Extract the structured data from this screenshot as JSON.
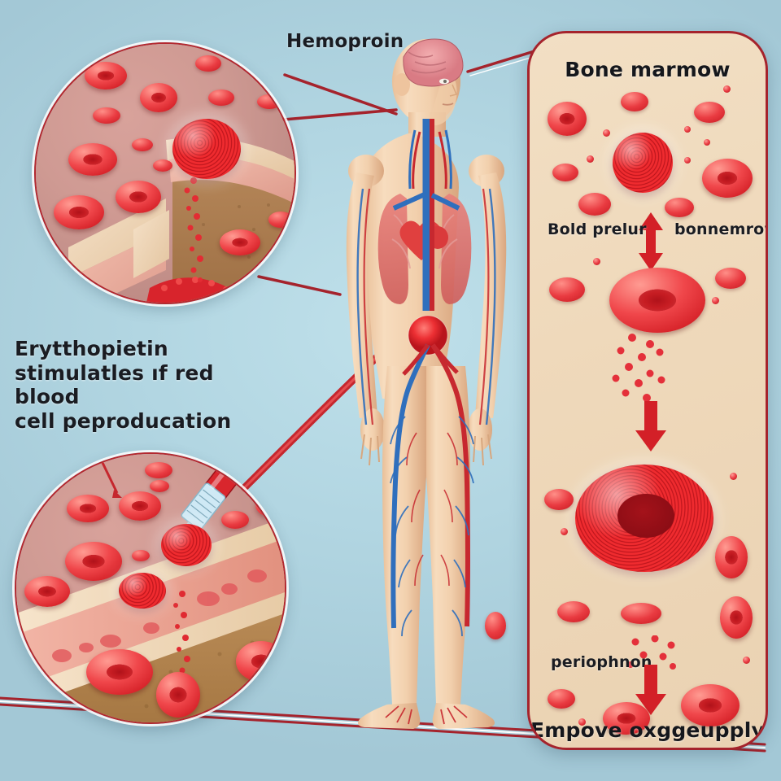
{
  "illustration": {
    "title": "Erythropoietin stimulates red blood cell production",
    "background_color": "#a9cdd8",
    "accent_color": "#a5232c",
    "panel_color": "#efd9bb",
    "cell_color": "#d41f26"
  },
  "labels": {
    "top_center": "Hemoproin",
    "left_block_line1": "Erytthopietin",
    "left_block_line2": "stimulatles ıf red blood",
    "left_block_line3": "cell peproducation"
  },
  "marrow_panel": {
    "title": "Bone marmow",
    "mid_left": "Bold prelur",
    "mid_right": "bonnemrow",
    "lower_left": "periophnon",
    "bottom": "Empove oxggeupply"
  },
  "insets": {
    "top_left_name": "bone-marrow-release-closeup",
    "bottom_left_name": "erythropoietin-injection-closeup"
  },
  "anatomy": {
    "figure_name": "human-circulatory-figure",
    "organs": [
      "brain",
      "lungs",
      "heart",
      "arteries",
      "veins",
      "marrow-cluster"
    ]
  },
  "chart_data": {
    "type": "diagram",
    "title": "Erythropoietin stimulates red blood cell production",
    "stages": [
      {
        "label": "Bone marmow",
        "order": 1
      },
      {
        "label": "Bold prelur",
        "order": 2
      },
      {
        "label": "bonnemrow",
        "order": 3
      },
      {
        "label": "periophnon",
        "order": 4
      },
      {
        "label": "Empove oxggeupply",
        "order": 5
      }
    ]
  }
}
